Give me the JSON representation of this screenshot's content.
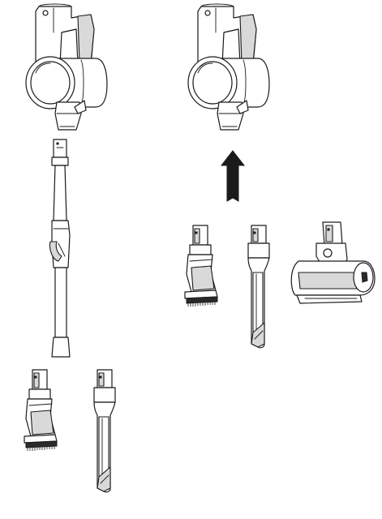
{
  "figure": {
    "components": [
      {
        "name": "vacuum-main-body",
        "count": 2
      },
      {
        "name": "extension-wand",
        "count": 1
      },
      {
        "name": "combination-tool",
        "count": 2
      },
      {
        "name": "crevice-tool",
        "count": 2
      },
      {
        "name": "mini-motorized-brush",
        "count": 1
      }
    ],
    "arrow": {
      "direction": "up",
      "icon": "arrow-up-icon"
    },
    "colors": {
      "line": "#1a1a1a",
      "fill": "#ffffff",
      "shade": "#d9d9d9",
      "arrow": "#1a1a1a"
    }
  }
}
